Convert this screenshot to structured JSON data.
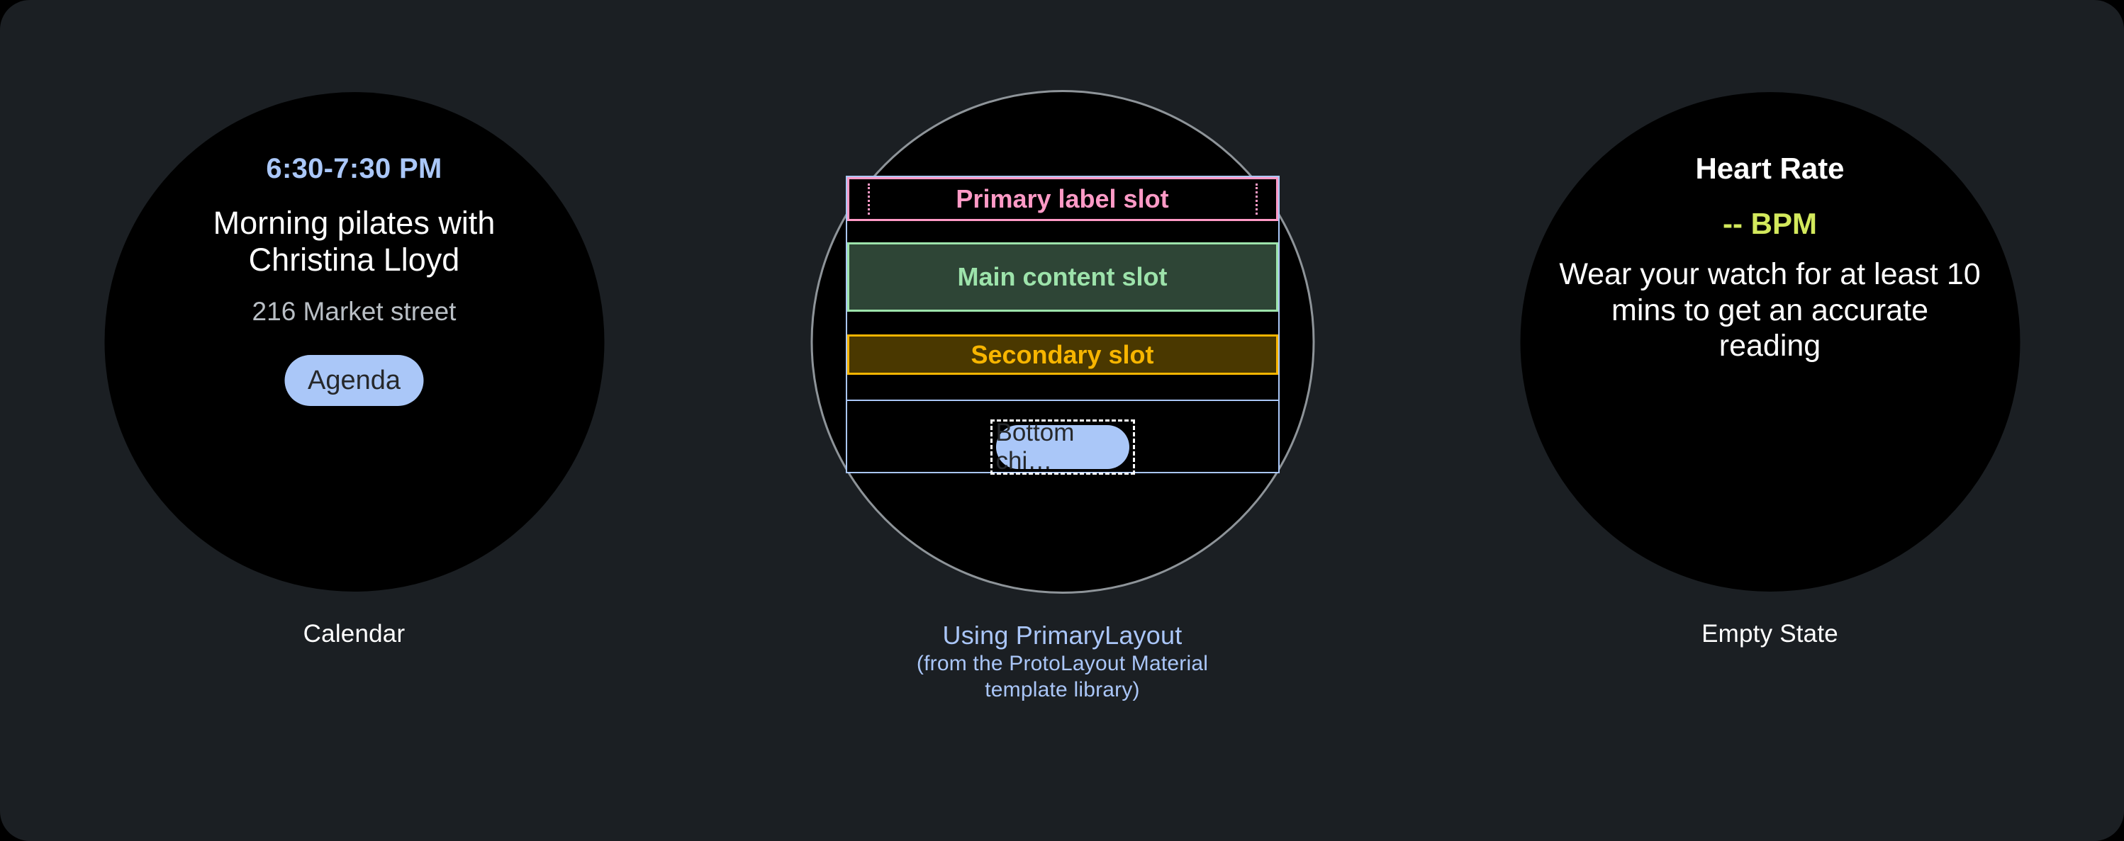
{
  "background_color": "#1b1f23",
  "panels": [
    {
      "id": "calendar",
      "caption": "Calendar",
      "tile": {
        "time_range": "6:30-7:30 PM",
        "title": "Morning pilates with Christina Lloyd",
        "address": "216 Market street",
        "chip_label": "Agenda"
      },
      "colors": {
        "time": "#aac7f8",
        "title": "#ffffff",
        "address": "#b9bfc5",
        "chip_bg": "#aac7f8",
        "chip_text": "#26282b"
      }
    },
    {
      "id": "primary-layout",
      "caption_head": "Using PrimaryLayout",
      "caption_sub_line1": "(from the ProtoLayout Material",
      "caption_sub_line2": "template library)",
      "caption_color": "#aac6f8",
      "slots": [
        {
          "name": "primary-label",
          "label": "Primary label slot",
          "border": "#ff9ac6",
          "fill": "#000000",
          "text": "#ff9ac6"
        },
        {
          "name": "main-content",
          "label": "Main content slot",
          "border": "#9de3ab",
          "fill": "#2e4536",
          "text": "#9de3ab"
        },
        {
          "name": "secondary",
          "label": "Secondary slot",
          "border": "#f7b500",
          "fill": "#4a3800",
          "text": "#f7b500"
        }
      ],
      "bottom_chip_label": "Bottom chi…",
      "container_border": "#aac7f8",
      "watch_outline": "#8e9499"
    },
    {
      "id": "empty-state",
      "caption": "Empty State",
      "tile": {
        "title": "Heart Rate",
        "value": "-- BPM",
        "message": "Wear your watch for at least 10 mins to get an accurate reading"
      },
      "colors": {
        "title": "#ffffff",
        "value": "#d3e95c",
        "message": "#ffffff"
      }
    }
  ]
}
